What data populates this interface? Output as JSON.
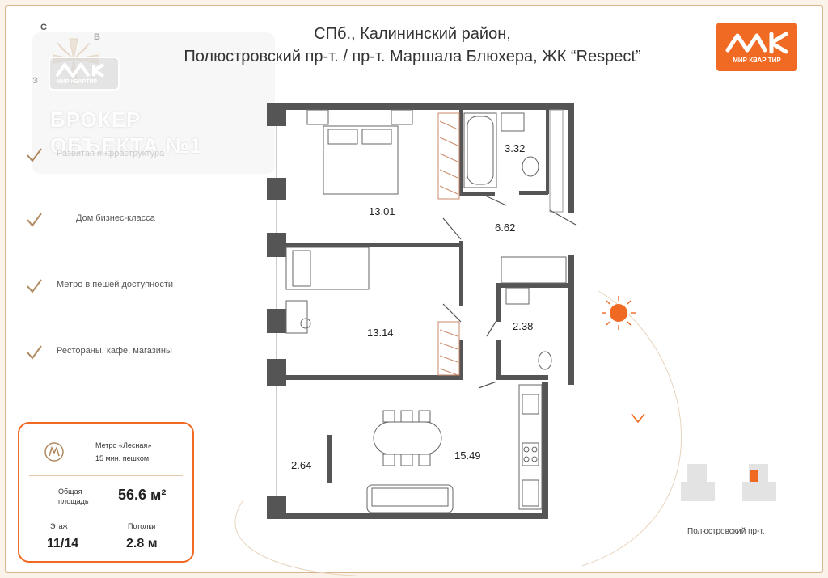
{
  "compass": {
    "north": "С",
    "east": "В",
    "west": "З"
  },
  "watermark": {
    "logo_text": "МИР КВАРТИР",
    "line1": "БРОКЕР",
    "line2": "ОБЪЕКТА №1",
    "bg_text": "...инфраструктура"
  },
  "features": [
    {
      "text": "Развитая инфраструктура"
    },
    {
      "text": "Дом бизнес-класса"
    },
    {
      "text": "Метро в пешей доступности"
    },
    {
      "text": "Рестораны, кафе, магазины"
    }
  ],
  "header": {
    "line1": "СПб., Калининский район,",
    "line2": "Полюстровский пр-т. / пр-т. Маршала Блюхера, ЖК “Respect”"
  },
  "brand": {
    "logo_text": "МИР КВАР ТИР",
    "color": "#f06a23"
  },
  "info": {
    "metro_name": "Метро «Лесная»",
    "metro_time": "15 мин. пешком",
    "area_label": "Общая площадь",
    "area_value": "56.6 м²",
    "floor_label": "Этаж",
    "floor_value": "11/14",
    "ceiling_label": "Потолки",
    "ceiling_value": "2.8 м"
  },
  "rooms": {
    "bedroom": "13.01",
    "bathroom": "3.32",
    "hall": "6.62",
    "room2": "13.14",
    "wc": "2.38",
    "balcony": "2.64",
    "kitchen": "15.49"
  },
  "street": "Полюстровский пр-т.",
  "colors": {
    "accent": "#f06a23",
    "wall": "#555555",
    "beige": "#d7b58e"
  },
  "icons": [
    "check-icon",
    "metro-icon",
    "sun-icon",
    "moon-icon",
    "arrow-down-icon",
    "compass-icon",
    "building-position-icon"
  ]
}
